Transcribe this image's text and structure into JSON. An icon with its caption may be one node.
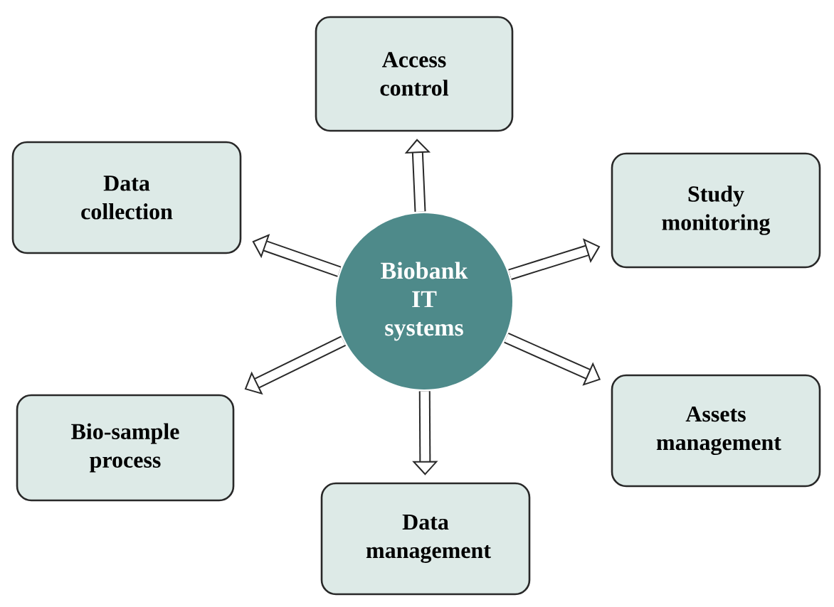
{
  "diagram": {
    "nodes": [
      {
        "text": [
          "Access control"
        ]
      },
      {
        "text": [
          "Data collection"
        ]
      },
      {
        "text": [
          "Study monitoring"
        ]
      },
      {
        "text": [
          "Biobank IT systems"
        ]
      },
      {
        "text": [
          "Bio-sample process"
        ]
      },
      {
        "text": [
          "Assets management"
        ]
      },
      {
        "text": [
          "Data management"
        ]
      }
    ],
    "edges": [
      {
        "from": 3,
        "to": 0,
        "arrow": "to"
      },
      {
        "from": 3,
        "to": 1,
        "arrow": "to"
      },
      {
        "from": 3,
        "to": 2,
        "arrow": "to"
      },
      {
        "from": 3,
        "to": 4,
        "arrow": "to"
      },
      {
        "from": 3,
        "to": 5,
        "arrow": "to"
      },
      {
        "from": 3,
        "to": 6,
        "arrow": "to"
      }
    ]
  }
}
